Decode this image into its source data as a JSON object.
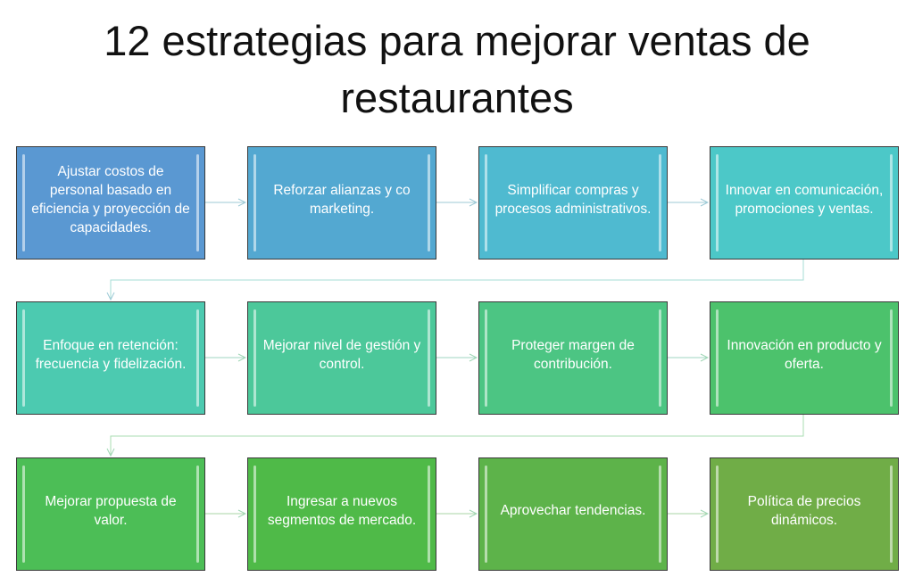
{
  "title": "12 estrategias para mejorar ventas de restaurantes",
  "steps": [
    {
      "label": "Ajustar costos de personal basado en eficiencia y proyección de capacidades.",
      "color": "#5a98d2"
    },
    {
      "label": "Reforzar alianzas y co marketing.",
      "color": "#53a8d1"
    },
    {
      "label": "Simplificar compras y procesos administrativos.",
      "color": "#4fbad0"
    },
    {
      "label": "Innovar en comunicación, promociones y ventas.",
      "color": "#4cc8c8"
    },
    {
      "label": "Enfoque en retención: frecuencia y fidelización.",
      "color": "#4ccab0"
    },
    {
      "label": "Mejorar nivel de gestión y control.",
      "color": "#4cc89a"
    },
    {
      "label": "Proteger margen de contribución.",
      "color": "#4cc583"
    },
    {
      "label": "Innovación en producto y oferta.",
      "color": "#4cc26c"
    },
    {
      "label": "Mejorar propuesta de valor.",
      "color": "#4cbe56"
    },
    {
      "label": "Ingresar a nuevos segmentos de mercado.",
      "color": "#4fba48"
    },
    {
      "label": "Aprovechar tendencias.",
      "color": "#5db34a"
    },
    {
      "label": "Política de precios dinámicos.",
      "color": "#70ad47"
    }
  ]
}
